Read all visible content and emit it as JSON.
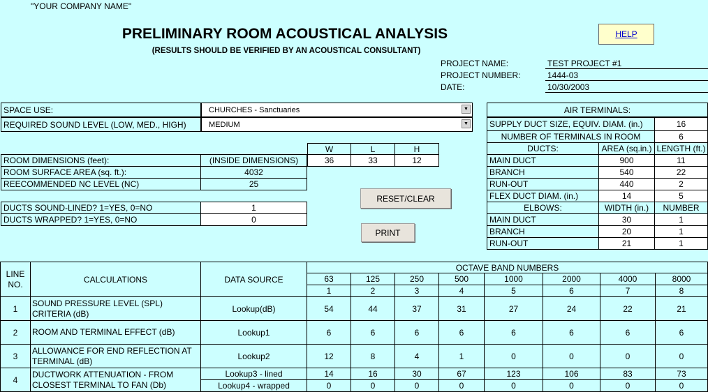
{
  "header": {
    "company": "\"YOUR COMPANY NAME\"",
    "title": "PRELIMINARY ROOM ACOUSTICAL ANALYSIS",
    "subtitle": "(RESULTS SHOULD BE VERIFIED BY AN ACOUSTICAL CONSULTANT)",
    "help_label": "HELP"
  },
  "project": {
    "name_label": "PROJECT NAME:",
    "name_value": "TEST PROJECT #1",
    "number_label": "PROJECT NUMBER:",
    "number_value": "1444-03",
    "date_label": "DATE:",
    "date_value": "10/30/2003"
  },
  "inputs": {
    "space_use_label": "SPACE USE:",
    "space_use_value": "CHURCHES - Sanctuaries",
    "sound_level_label": "REQUIRED SOUND LEVEL (LOW, MED., HIGH)",
    "sound_level_value": "MEDIUM",
    "dim_headers": [
      "W",
      "L",
      "H"
    ],
    "room_dim_label": "ROOM DIMENSIONS (feet):",
    "room_dim_note": "(INSIDE DIMENSIONS)",
    "room_dims": [
      "36",
      "33",
      "12"
    ],
    "surface_area_label": "ROOM SURFACE AREA (sq. ft.):",
    "surface_area_value": "4032",
    "nc_label": "REECOMMENDED NC LEVEL (NC)",
    "nc_value": "25",
    "lined_label": "DUCTS SOUND-LINED? 1=YES, 0=NO",
    "lined_value": "1",
    "wrapped_label": "DUCTS WRAPPED? 1=YES, 0=NO",
    "wrapped_value": "0"
  },
  "buttons": {
    "reset": "RESET/CLEAR",
    "print": "PRINT"
  },
  "air_terminals": {
    "title": "AIR TERMINALS:",
    "supply_label": "SUPPLY DUCT SIZE, EQUIV. DIAM. (in.)",
    "supply_value": "16",
    "terminals_label": "NUMBER OF TERMINALS IN ROOM",
    "terminals_value": "6",
    "ducts_header": "DUCTS:",
    "area_header": "AREA (sq.in.)",
    "length_header": "LENGTH (ft.)",
    "ducts": [
      {
        "name": "MAIN DUCT",
        "area": "900",
        "length": "11"
      },
      {
        "name": "BRANCH",
        "area": "540",
        "length": "22"
      },
      {
        "name": "RUN-OUT",
        "area": "440",
        "length": "2"
      },
      {
        "name": "FLEX DUCT DIAM. (in.)",
        "area": "14",
        "length": "5"
      }
    ],
    "elbows_header": "ELBOWS:",
    "width_header": "WIDTH (in.)",
    "number_header": "NUMBER",
    "elbows": [
      {
        "name": "MAIN DUCT",
        "width": "30",
        "number": "1"
      },
      {
        "name": "BRANCH",
        "width": "20",
        "number": "1"
      },
      {
        "name": "RUN-OUT",
        "width": "21",
        "number": "1"
      }
    ]
  },
  "calc_table": {
    "line_header": "LINE NO.",
    "calc_header": "CALCULATIONS",
    "source_header": "DATA SOURCE",
    "octave_header": "OCTAVE BAND NUMBERS",
    "freqs": [
      "63",
      "125",
      "250",
      "500",
      "1000",
      "2000",
      "4000",
      "8000"
    ],
    "band_numbers": [
      "1",
      "2",
      "3",
      "4",
      "5",
      "6",
      "7",
      "8"
    ],
    "rows": [
      {
        "line": "1",
        "calc": "SOUND PRESSURE LEVEL (SPL) CRITERIA  (dB)",
        "source": "Lookup(dB)",
        "values": [
          "54",
          "44",
          "37",
          "31",
          "27",
          "24",
          "22",
          "21"
        ]
      },
      {
        "line": "2",
        "calc": "ROOM AND TERMINAL EFFECT (dB)",
        "source": "Lookup1",
        "values": [
          "6",
          "6",
          "6",
          "6",
          "6",
          "6",
          "6",
          "6"
        ]
      },
      {
        "line": "3",
        "calc": "ALLOWANCE FOR END REFLECTION AT TERMINAL (dB)",
        "source": "Lookup2",
        "values": [
          "12",
          "8",
          "4",
          "1",
          "0",
          "0",
          "0",
          "0"
        ]
      },
      {
        "line": "4",
        "calc": "DUCTWORK ATTENUATION - FROM CLOSEST TERMINAL TO FAN (Db)",
        "source": "Lookup3 - lined",
        "values": [
          "14",
          "16",
          "30",
          "67",
          "123",
          "106",
          "83",
          "73"
        ],
        "source2": "Lookup4 - wrapped",
        "values2": [
          "0",
          "0",
          "0",
          "0",
          "0",
          "0",
          "0",
          "0"
        ]
      }
    ]
  }
}
